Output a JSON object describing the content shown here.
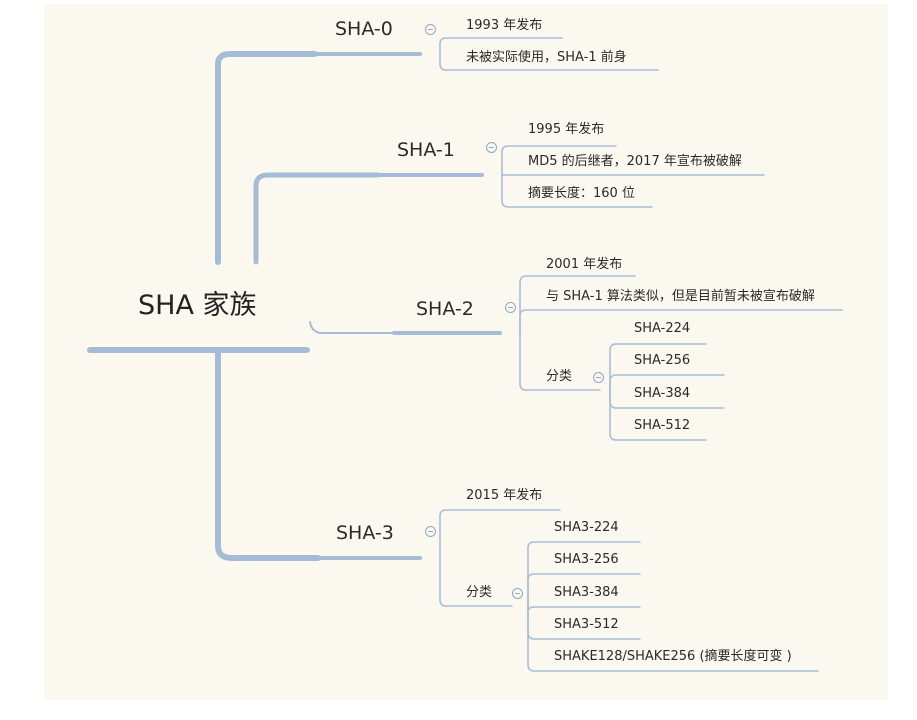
{
  "root": {
    "label": "SHA 家族"
  },
  "branches": {
    "sha0": {
      "label": "SHA-0",
      "children": [
        "1993 年发布",
        "未被实际使用，SHA-1 前身"
      ]
    },
    "sha1": {
      "label": "SHA-1",
      "children": [
        "1995 年发布",
        "MD5 的后继者，2017 年宣布被破解",
        "摘要长度：160 位"
      ]
    },
    "sha2": {
      "label": "SHA-2",
      "children": [
        "2001 年发布",
        "与 SHA-1 算法类似，但是目前暂未被宣布破解"
      ],
      "group": {
        "label": "分类",
        "items": [
          "SHA-224",
          "SHA-256",
          "SHA-384",
          "SHA-512"
        ]
      }
    },
    "sha3": {
      "label": "SHA-3",
      "children": [
        "2015 年发布"
      ],
      "group": {
        "label": "分类",
        "items": [
          "SHA3-224",
          "SHA3-256",
          "SHA3-384",
          "SHA3-512",
          "SHAKE128/SHAKE256 (摘要长度可变 )"
        ]
      }
    }
  },
  "colors": {
    "background": "#fbf8ef",
    "connector": "#a6bcd6",
    "connector_thin": "#a9bed7",
    "text": "#222222"
  },
  "icons": {
    "collapse": "collapse-minus-icon"
  }
}
